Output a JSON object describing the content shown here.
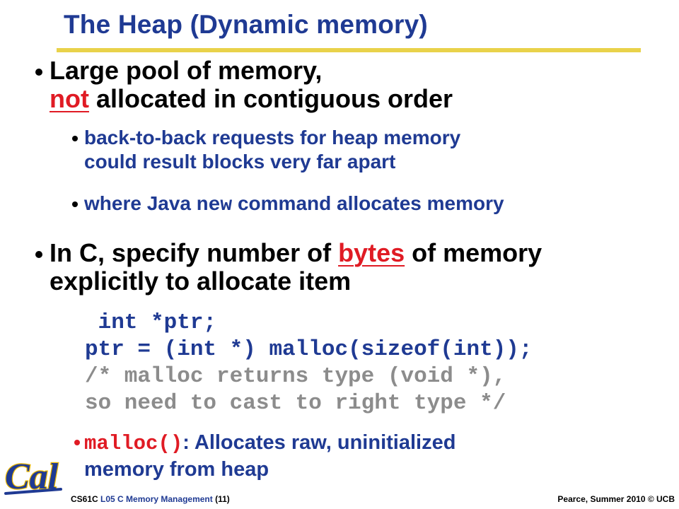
{
  "slide": {
    "title": "The Heap (Dynamic memory)",
    "colors": {
      "title": "#1f3a93",
      "rule": "#e9d24a",
      "accent_red": "#e01b24",
      "code_gray": "#8c8c8c"
    },
    "bullet1": {
      "line1": "Large pool of memory,",
      "emph": "not",
      "line2_rest": " allocated in contiguous order",
      "subs": [
        {
          "line1": "back-to-back requests for heap memory",
          "line2": "could result blocks very far apart"
        },
        {
          "pre": "where Java ",
          "code": "new",
          "post": " command allocates memory"
        }
      ]
    },
    "bullet2": {
      "pre": "In C, specify number of ",
      "emph": "bytes",
      "post": " of memory",
      "line2": "explicitly to allocate item"
    },
    "code": {
      "line1": " int *ptr;",
      "line2": "ptr = (int *) malloc(sizeof(int));",
      "line3": "/* malloc returns type (void *),",
      "line4": "so need to cast to right type */"
    },
    "bullet3": {
      "code": "malloc()",
      "post": ": Allocates raw, uninitialized",
      "line2": "memory from heap"
    },
    "logo": {
      "text": "Cal",
      "icon": "cal-logo-icon"
    },
    "footer": {
      "course": "CS61C",
      "lecture": "L05 C Memory Management",
      "page": "(11)",
      "right": "Pearce, Summer 2010 © UCB"
    }
  }
}
